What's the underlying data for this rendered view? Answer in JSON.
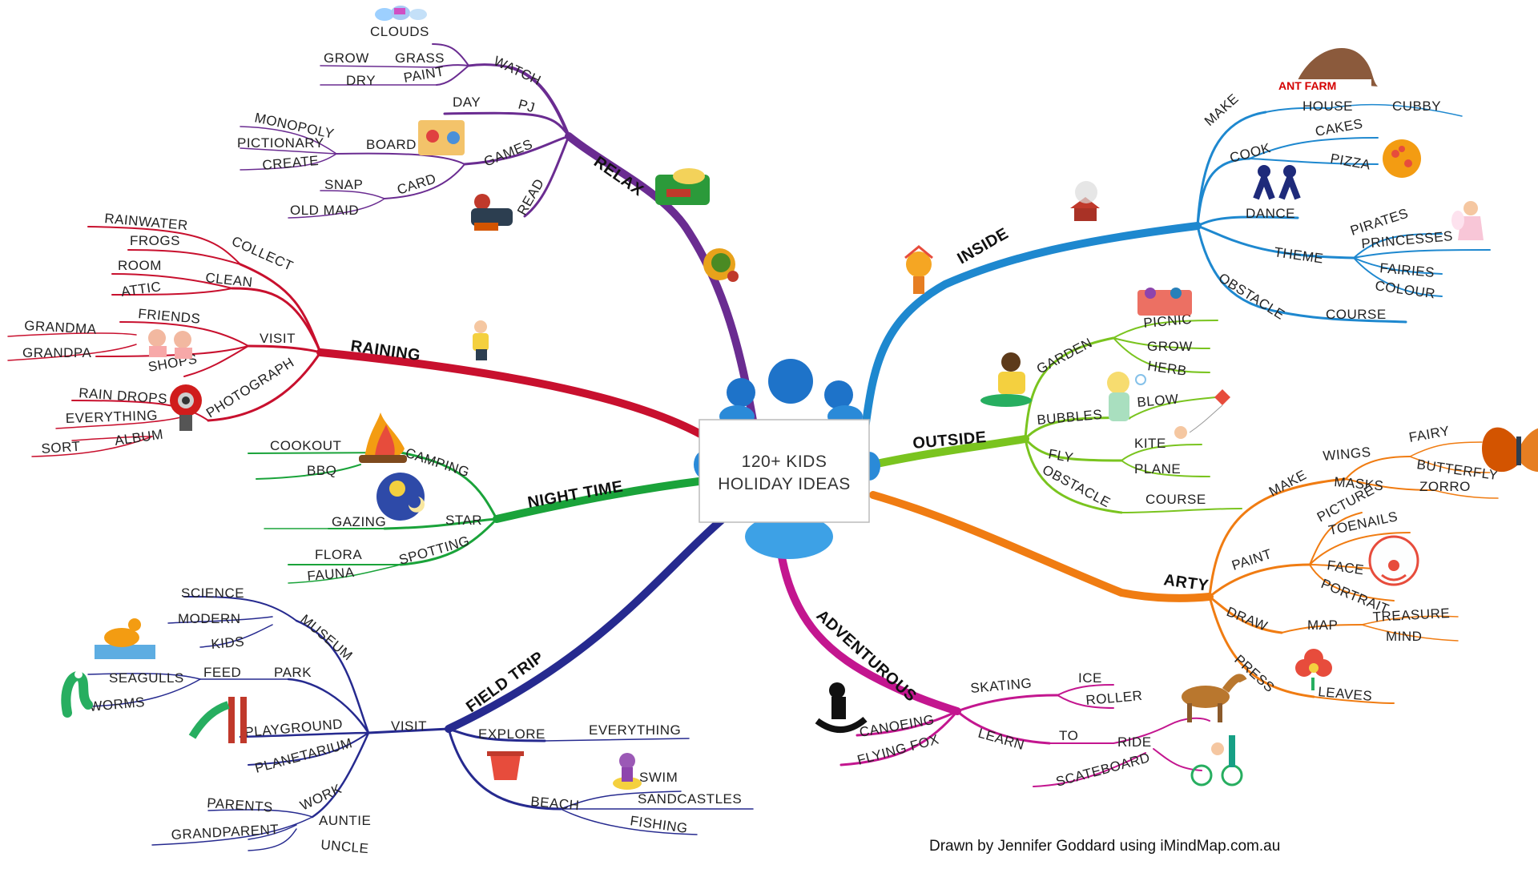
{
  "center": {
    "line1": "120+ KIDS",
    "line2": "HOLIDAY IDEAS"
  },
  "credit": "Drawn by Jennifer Goddard using iMindMap.com.au",
  "colors": {
    "relax": "#6a2c91",
    "inside": "#1e88cf",
    "raining": "#c8102e",
    "outside": "#7ac41f",
    "night": "#1aa33a",
    "arty": "#f07c12",
    "field": "#262a8f",
    "adventurous": "#c3168f"
  },
  "branches": {
    "relax": {
      "label": "RELAX",
      "watch": "WATCH",
      "clouds": "CLOUDS",
      "grass": "GRASS",
      "grow": "GROW",
      "paint": "PAINT",
      "dry": "DRY",
      "pj": "PJ",
      "day": "DAY",
      "games": "GAMES",
      "board": "BOARD",
      "monopoly": "MONOPOLY",
      "pictionary": "PICTIONARY",
      "create": "CREATE",
      "card": "CARD",
      "snap": "SNAP",
      "oldmaid": "OLD MAID",
      "read": "READ"
    },
    "raining": {
      "label": "RAINING",
      "collect": "COLLECT",
      "rainwater": "RAINWATER",
      "frogs": "FROGS",
      "clean": "CLEAN",
      "room": "ROOM",
      "attic": "ATTIC",
      "visit": "VISIT",
      "friends": "FRIENDS",
      "grandma": "GRANDMA",
      "grandpa": "GRANDPA",
      "shops": "SHOPS",
      "photograph": "PHOTOGRAPH",
      "raindrops": "RAIN DROPS",
      "everything": "EVERYTHING",
      "album": "ALBUM",
      "sort": "SORT"
    },
    "night": {
      "label": "NIGHT TIME",
      "camping": "CAMPING",
      "cookout": "COOKOUT",
      "bbq": "BBQ",
      "star": "STAR",
      "gazing": "GAZING",
      "spotting": "SPOTTING",
      "flora": "FLORA",
      "fauna": "FAUNA"
    },
    "field": {
      "label": "FIELD TRIP",
      "visit": "VISIT",
      "museum": "MUSEUM",
      "science": "SCIENCE",
      "modern": "MODERN",
      "kids": "KIDS",
      "park": "PARK",
      "feed": "FEED",
      "seagulls": "SEAGULLS",
      "worms": "WORMS",
      "playground": "PLAYGROUND",
      "planetarium": "PLANETARIUM",
      "work": "WORK",
      "parents": "PARENTS",
      "grandparent": "GRANDPARENT",
      "auntie": "AUNTIE",
      "uncle": "UNCLE",
      "explore": "EXPLORE",
      "everything": "EVERYTHING",
      "beach": "BEACH",
      "swim": "SWIM",
      "sandcastles": "SANDCASTLES",
      "fishing": "FISHING"
    },
    "inside": {
      "label": "INSIDE",
      "make": "MAKE",
      "antfarm": "ANT FARM",
      "house": "HOUSE",
      "cubby": "CUBBY",
      "cook": "COOK",
      "cakes": "CAKES",
      "pizza": "PIZZA",
      "dance": "DANCE",
      "theme": "THEME",
      "pirates": "PIRATES",
      "princesses": "PRINCESSES",
      "fairies": "FAIRIES",
      "colour": "COLOUR",
      "obstacle": "OBSTACLE",
      "course": "COURSE"
    },
    "outside": {
      "label": "OUTSIDE",
      "garden": "GARDEN",
      "picnic": "PICNIC",
      "grow": "GROW",
      "herb": "HERB",
      "bubbles": "BUBBLES",
      "blow": "BLOW",
      "fly": "FLY",
      "kite": "KITE",
      "plane": "PLANE",
      "obstacle": "OBSTACLE",
      "course": "COURSE"
    },
    "arty": {
      "label": "ARTY",
      "make": "MAKE",
      "wings": "WINGS",
      "fairy": "FAIRY",
      "butterfly": "BUTTERFLY",
      "masks": "MASKS",
      "zorro": "ZORRO",
      "paint": "PAINT",
      "picture": "PICTURE",
      "toenails": "TOENAILS",
      "face": "FACE",
      "portrait": "PORTRAIT",
      "draw": "DRAW",
      "map": "MAP",
      "treasure": "TREASURE",
      "mind": "MIND",
      "press": "PRESS",
      "leaves": "LEAVES"
    },
    "adventurous": {
      "label": "ADVENTUROUS",
      "skating": "SKATING",
      "ice": "ICE",
      "roller": "ROLLER",
      "canoeing": "CANOEING",
      "flyingfox": "FLYING FOX",
      "learn": "LEARN",
      "to": "TO",
      "ride": "RIDE",
      "scateboard": "SCATEBOARD"
    }
  },
  "icons": [
    "clouds-icon",
    "relax-picnic-icon",
    "board-game-icon",
    "reading-boy-icon",
    "frog-icon",
    "rain-child-icon",
    "grandparents-icon",
    "camera-icon",
    "campfire-icon",
    "star-moon-icon",
    "duck-icon",
    "worm-icon",
    "playground-icon",
    "bucket-icon",
    "swimming-frog-icon",
    "house-icon",
    "ant-farm-icon",
    "pizza-icon",
    "dancers-icon",
    "fairy-icon",
    "gardener-icon",
    "picnic-kids-icon",
    "bubbles-girl-icon",
    "kite-icon",
    "butterfly-icon",
    "clown-face-icon",
    "flower-icon",
    "canoe-icon",
    "horse-icon",
    "bike-icon",
    "cubby-house-icon"
  ]
}
